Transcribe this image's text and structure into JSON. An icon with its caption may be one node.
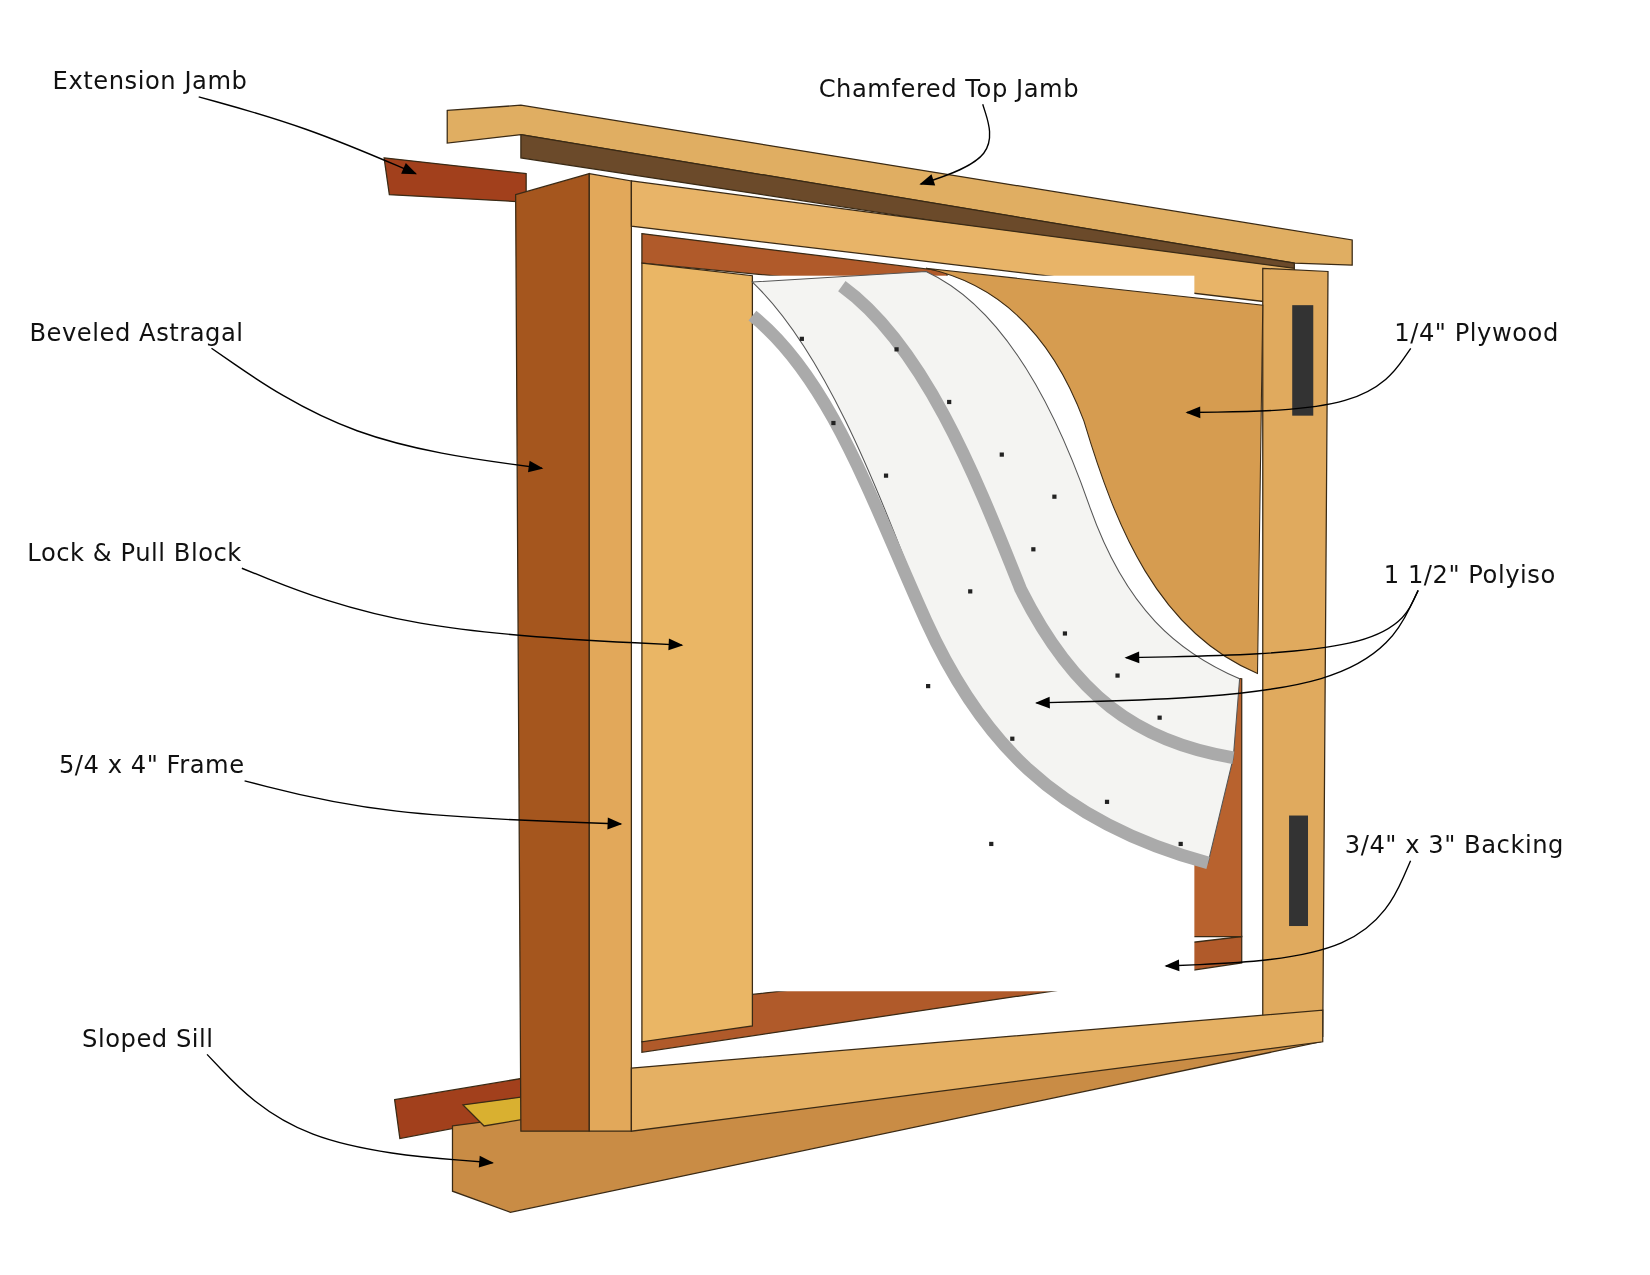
{
  "diagram": {
    "nodes": [
      {
        "text": [
          "Extension Jamb"
        ]
      },
      {
        "text": [
          "Chamfered Top Jamb"
        ]
      },
      {
        "text": [
          "Beveled Astragal"
        ]
      },
      {
        "text": [
          "Lock & Pull Block"
        ]
      },
      {
        "text": [
          "5/4 x 4\" Frame"
        ]
      },
      {
        "text": [
          "Sloped Sill"
        ]
      },
      {
        "text": [
          "1/4\" Plywood"
        ]
      },
      {
        "text": [
          "1 1/2\" Polyiso"
        ]
      },
      {
        "text": [
          "3/4\" x 3\" Backing"
        ]
      }
    ],
    "edges": [
      {
        "from": 0,
        "to": null,
        "arrow": "to"
      },
      {
        "from": 1,
        "to": null,
        "arrow": "to"
      },
      {
        "from": 2,
        "to": null,
        "arrow": "to"
      },
      {
        "from": 3,
        "to": null,
        "arrow": "to"
      },
      {
        "from": 4,
        "to": null,
        "arrow": "to"
      },
      {
        "from": 5,
        "to": null,
        "arrow": "to"
      },
      {
        "from": 6,
        "to": null,
        "arrow": "to"
      },
      {
        "from": 7,
        "to": null,
        "arrow": "to"
      },
      {
        "from": 7,
        "to": null,
        "arrow": "to"
      },
      {
        "from": 8,
        "to": null,
        "arrow": "to"
      }
    ]
  }
}
